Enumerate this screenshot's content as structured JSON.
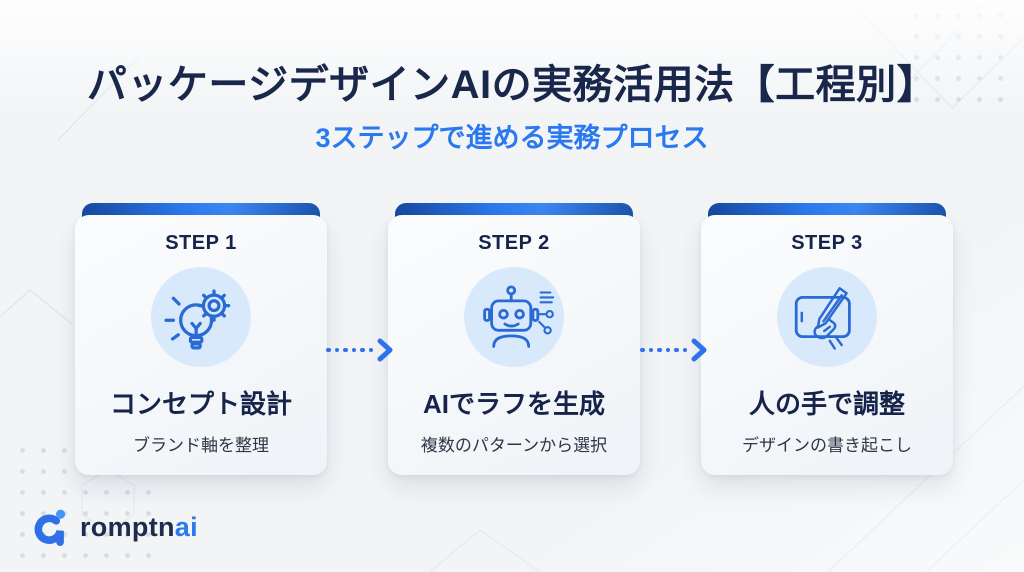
{
  "header": {
    "title": "パッケージデザインAIの実務活用法【工程別】",
    "subtitle": "3ステップで進める実務プロセス"
  },
  "steps": [
    {
      "label": "STEP 1",
      "icon": "lightbulb-gear-icon",
      "title": "コンセプト設計",
      "description": "ブランド軸を整理"
    },
    {
      "label": "STEP 2",
      "icon": "robot-ai-icon",
      "title": "AIでラフを生成",
      "description": "複数のパターンから選択"
    },
    {
      "label": "STEP 3",
      "icon": "tablet-pen-icon",
      "title": "人の手で調整",
      "description": "デザインの書き起こし"
    }
  ],
  "footer": {
    "logo_text_primary": "romptn",
    "logo_text_accent": "ai"
  },
  "colors": {
    "background": "#f2f4f6",
    "title_navy": "#19274a",
    "accent_blue": "#2b79f0",
    "step_bar_gradient_dark": "#17499e",
    "step_bar_gradient_bright": "#3c87f3",
    "icon_circle_bg": "#d9e9fc",
    "icon_stroke": "#2a6ad4",
    "arrow_blue": "#2d72e8",
    "card_bg": "#f7f9fb",
    "dot_pattern_gray": "#d2d8e1"
  }
}
